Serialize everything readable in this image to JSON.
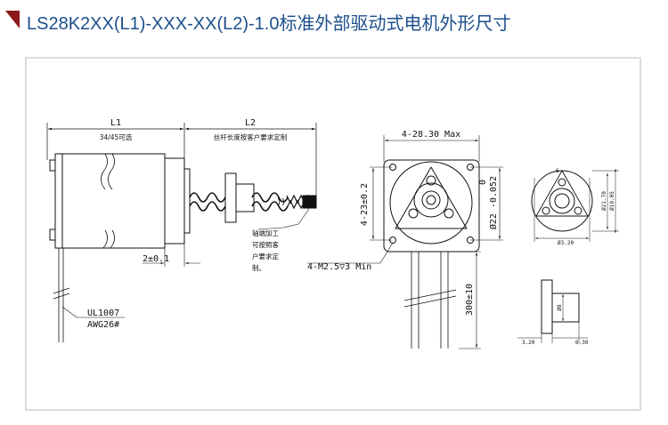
{
  "header": {
    "title": "LS28K2XX(L1)-XXX-XX(L2)-1.0标准外部驱动式电机外形尺寸",
    "marker_color": "#8b1a1a",
    "title_color": "#1d4f8c"
  },
  "side_view": {
    "dim_l1": "L1",
    "dim_l2": "L2",
    "note_l1": "34/45可选",
    "note_l2": "丝杆长度按客户要求定制",
    "dim_flange": "2±0.1",
    "end_note_1": "轴端加工",
    "end_note_2": "可按照客",
    "end_note_3": "户要求定",
    "end_note_4": "制。",
    "wire_1": "UL1007",
    "wire_2": "AWG26#"
  },
  "front_view": {
    "dim_width": "28.30 Max",
    "dim_square": "23±0.2",
    "dim_pilot": "Ø22 -0.052",
    "dim_pilot_tol": "0",
    "dim_holes": "4-M2.5",
    "dim_depth": "3 Min",
    "dim_lead": "300±10"
  },
  "nut_view": {
    "dim_a": "6",
    "dim_b": "Ø3.20",
    "dim_c": "Ø21.70",
    "dim_d": "Ø19.05",
    "dim_e": "Ø8",
    "dim_f": "3.20",
    "dim_g": "6.30"
  }
}
